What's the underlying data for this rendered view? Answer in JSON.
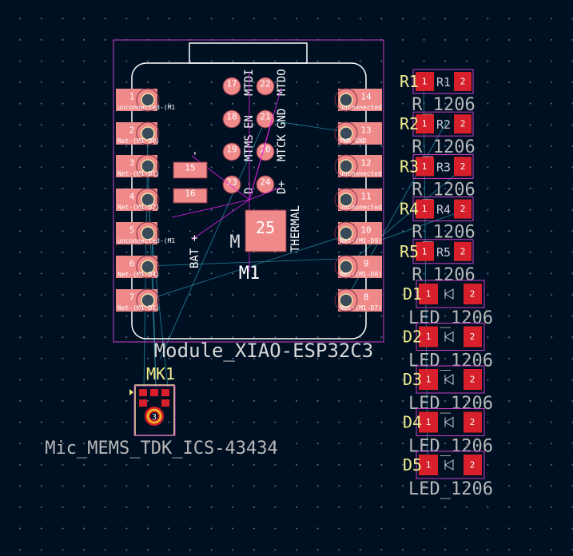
{
  "colors": {
    "background": "#001023",
    "pad": "#f08a8a",
    "smd_pad": "#d8202c",
    "courtyard": "#c840c8",
    "silkscreen": "#ffffff",
    "reference": "#f0ec8c",
    "value": "#b8b8b8",
    "ratsnest": "#2aa0b8"
  },
  "module": {
    "reference": "M1",
    "value": "Module_XIAO-ESP32C3",
    "value_partial": "M",
    "left_pads": [
      {
        "num": "1",
        "net": "unconnected-(M1"
      },
      {
        "num": "2",
        "net": "Net-(M1-D0)"
      },
      {
        "num": "3",
        "net": "Net-(M1-D1)"
      },
      {
        "num": "4",
        "net": "Net-(M1-D2)"
      },
      {
        "num": "5",
        "net": "unconnected-(M1"
      },
      {
        "num": "6",
        "net": "Net-(M1-D4)"
      },
      {
        "num": "7",
        "net": "Net-(M1-D5)"
      }
    ],
    "right_pads": [
      {
        "num": "14",
        "net": "unconnected"
      },
      {
        "num": "13",
        "net": "PWR_GND"
      },
      {
        "num": "12",
        "net": "unconnected"
      },
      {
        "num": "11",
        "net": "unconnected"
      },
      {
        "num": "10",
        "net": "Net-(M1-D9)"
      },
      {
        "num": "9",
        "net": "Net-(M1-D8)"
      },
      {
        "num": "8",
        "net": "Net-(M1-D7)"
      }
    ],
    "center_pads": [
      {
        "num": "17",
        "label": "MTDI"
      },
      {
        "num": "22",
        "label": "MTDO"
      },
      {
        "num": "18",
        "label": "EN"
      },
      {
        "num": "21",
        "label": "GND"
      },
      {
        "num": "19",
        "label": "MTMS"
      },
      {
        "num": "20",
        "label": "MTCK"
      },
      {
        "num": "23",
        "label": "D-"
      },
      {
        "num": "24",
        "label": "D+"
      }
    ],
    "bat_pads": [
      "15",
      "16"
    ],
    "bat_label": "BAT +",
    "bat_minus": "-",
    "thermal_pad": "25",
    "thermal_label": "THERMAL"
  },
  "resistors": [
    {
      "ref": "R1",
      "value": "R_1206"
    },
    {
      "ref": "R2",
      "value": "R_1206"
    },
    {
      "ref": "R3",
      "value": "R_1206"
    },
    {
      "ref": "R4",
      "value": "R_1206"
    },
    {
      "ref": "R5",
      "value": "R_1206"
    }
  ],
  "leds": [
    {
      "ref": "D1",
      "value": "LED_1206"
    },
    {
      "ref": "D2",
      "value": "LED_1206"
    },
    {
      "ref": "D3",
      "value": "LED_1206"
    },
    {
      "ref": "D4",
      "value": "LED_1206"
    },
    {
      "ref": "D5",
      "value": "LED_1206"
    }
  ],
  "pad_numbers": {
    "one": "1",
    "two": "2",
    "three": "3"
  },
  "mic": {
    "ref": "MK1",
    "value": "Mic_MEMS_TDK_ICS-43434"
  }
}
